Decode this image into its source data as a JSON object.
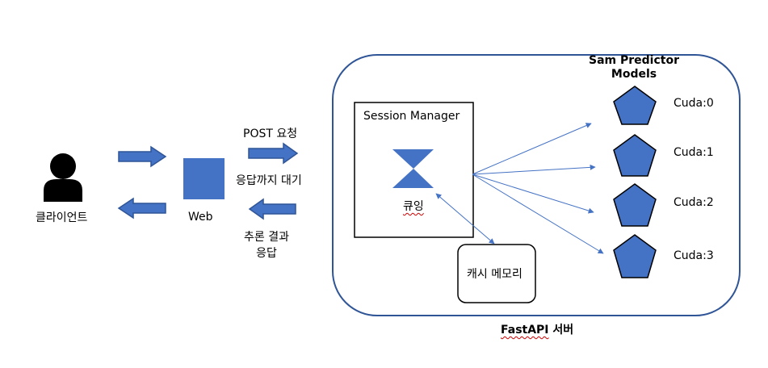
{
  "colors": {
    "accent": "#4472c4",
    "server_border": "#2f5597",
    "line": "#000000"
  },
  "client": {
    "label": "클라이언트",
    "icon": "person-icon"
  },
  "web": {
    "label": "Web"
  },
  "arrows": {
    "post_request": "POST 요청",
    "waiting": "응답까지 대기",
    "inference_response_line1": "추론 결과",
    "inference_response_line2": "응답"
  },
  "server": {
    "label_en": "FastAPI",
    "label_ko": "서버"
  },
  "session_manager": {
    "title": "Session Manager",
    "queue_label": "큐잉",
    "icon": "hourglass-queue-icon"
  },
  "cache": {
    "label": "캐시 메모리"
  },
  "models": {
    "title_line1": "Sam Predictor",
    "title_line2": "Models",
    "items": [
      {
        "label": "Cuda:0"
      },
      {
        "label": "Cuda:1"
      },
      {
        "label": "Cuda:2"
      },
      {
        "label": "Cuda:3"
      }
    ]
  }
}
